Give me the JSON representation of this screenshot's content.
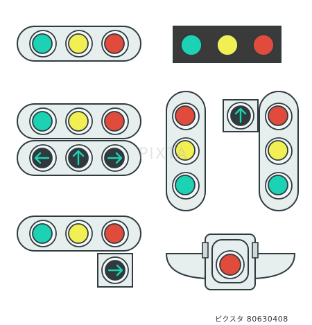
{
  "illustration": {
    "watermark_text": "PIXTA",
    "stock_id": "80630408",
    "pixta_mark": "ピクスタ"
  },
  "colors": {
    "outline": "#2f3b3f",
    "housing_light": "#e6eeee",
    "housing_dark": "#3a3a3a",
    "green": "#1dd1b4",
    "yellow": "#f2ef55",
    "red": "#e04b3c",
    "arrow_lamp": "#2e3a3c",
    "arrow_stroke": "#1dd1b4"
  }
}
